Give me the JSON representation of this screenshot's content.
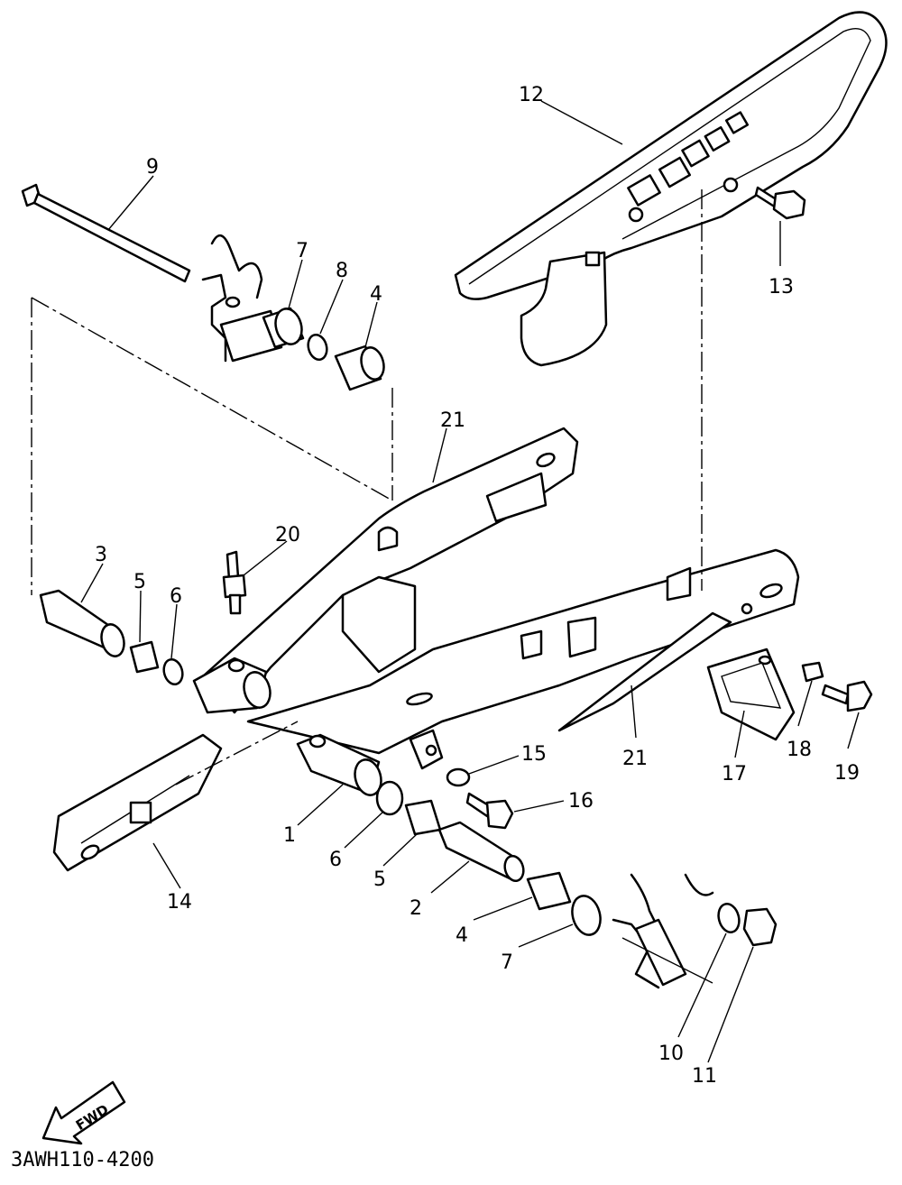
{
  "diagram": {
    "part_code": "3AWH110-4200",
    "fwd_label": "FWD",
    "callouts": [
      {
        "id": "c1",
        "label": "1"
      },
      {
        "id": "c2",
        "label": "2"
      },
      {
        "id": "c3",
        "label": "3"
      },
      {
        "id": "c4a",
        "label": "4"
      },
      {
        "id": "c4b",
        "label": "4"
      },
      {
        "id": "c5a",
        "label": "5"
      },
      {
        "id": "c5b",
        "label": "5"
      },
      {
        "id": "c6a",
        "label": "6"
      },
      {
        "id": "c6b",
        "label": "6"
      },
      {
        "id": "c7a",
        "label": "7"
      },
      {
        "id": "c7b",
        "label": "7"
      },
      {
        "id": "c8",
        "label": "8"
      },
      {
        "id": "c9",
        "label": "9"
      },
      {
        "id": "c10",
        "label": "10"
      },
      {
        "id": "c11",
        "label": "11"
      },
      {
        "id": "c12",
        "label": "12"
      },
      {
        "id": "c13",
        "label": "13"
      },
      {
        "id": "c14",
        "label": "14"
      },
      {
        "id": "c15",
        "label": "15"
      },
      {
        "id": "c16",
        "label": "16"
      },
      {
        "id": "c17",
        "label": "17"
      },
      {
        "id": "c18",
        "label": "18"
      },
      {
        "id": "c19",
        "label": "19"
      },
      {
        "id": "c20",
        "label": "20"
      },
      {
        "id": "c21a",
        "label": "21"
      },
      {
        "id": "c21b",
        "label": "21"
      }
    ]
  }
}
